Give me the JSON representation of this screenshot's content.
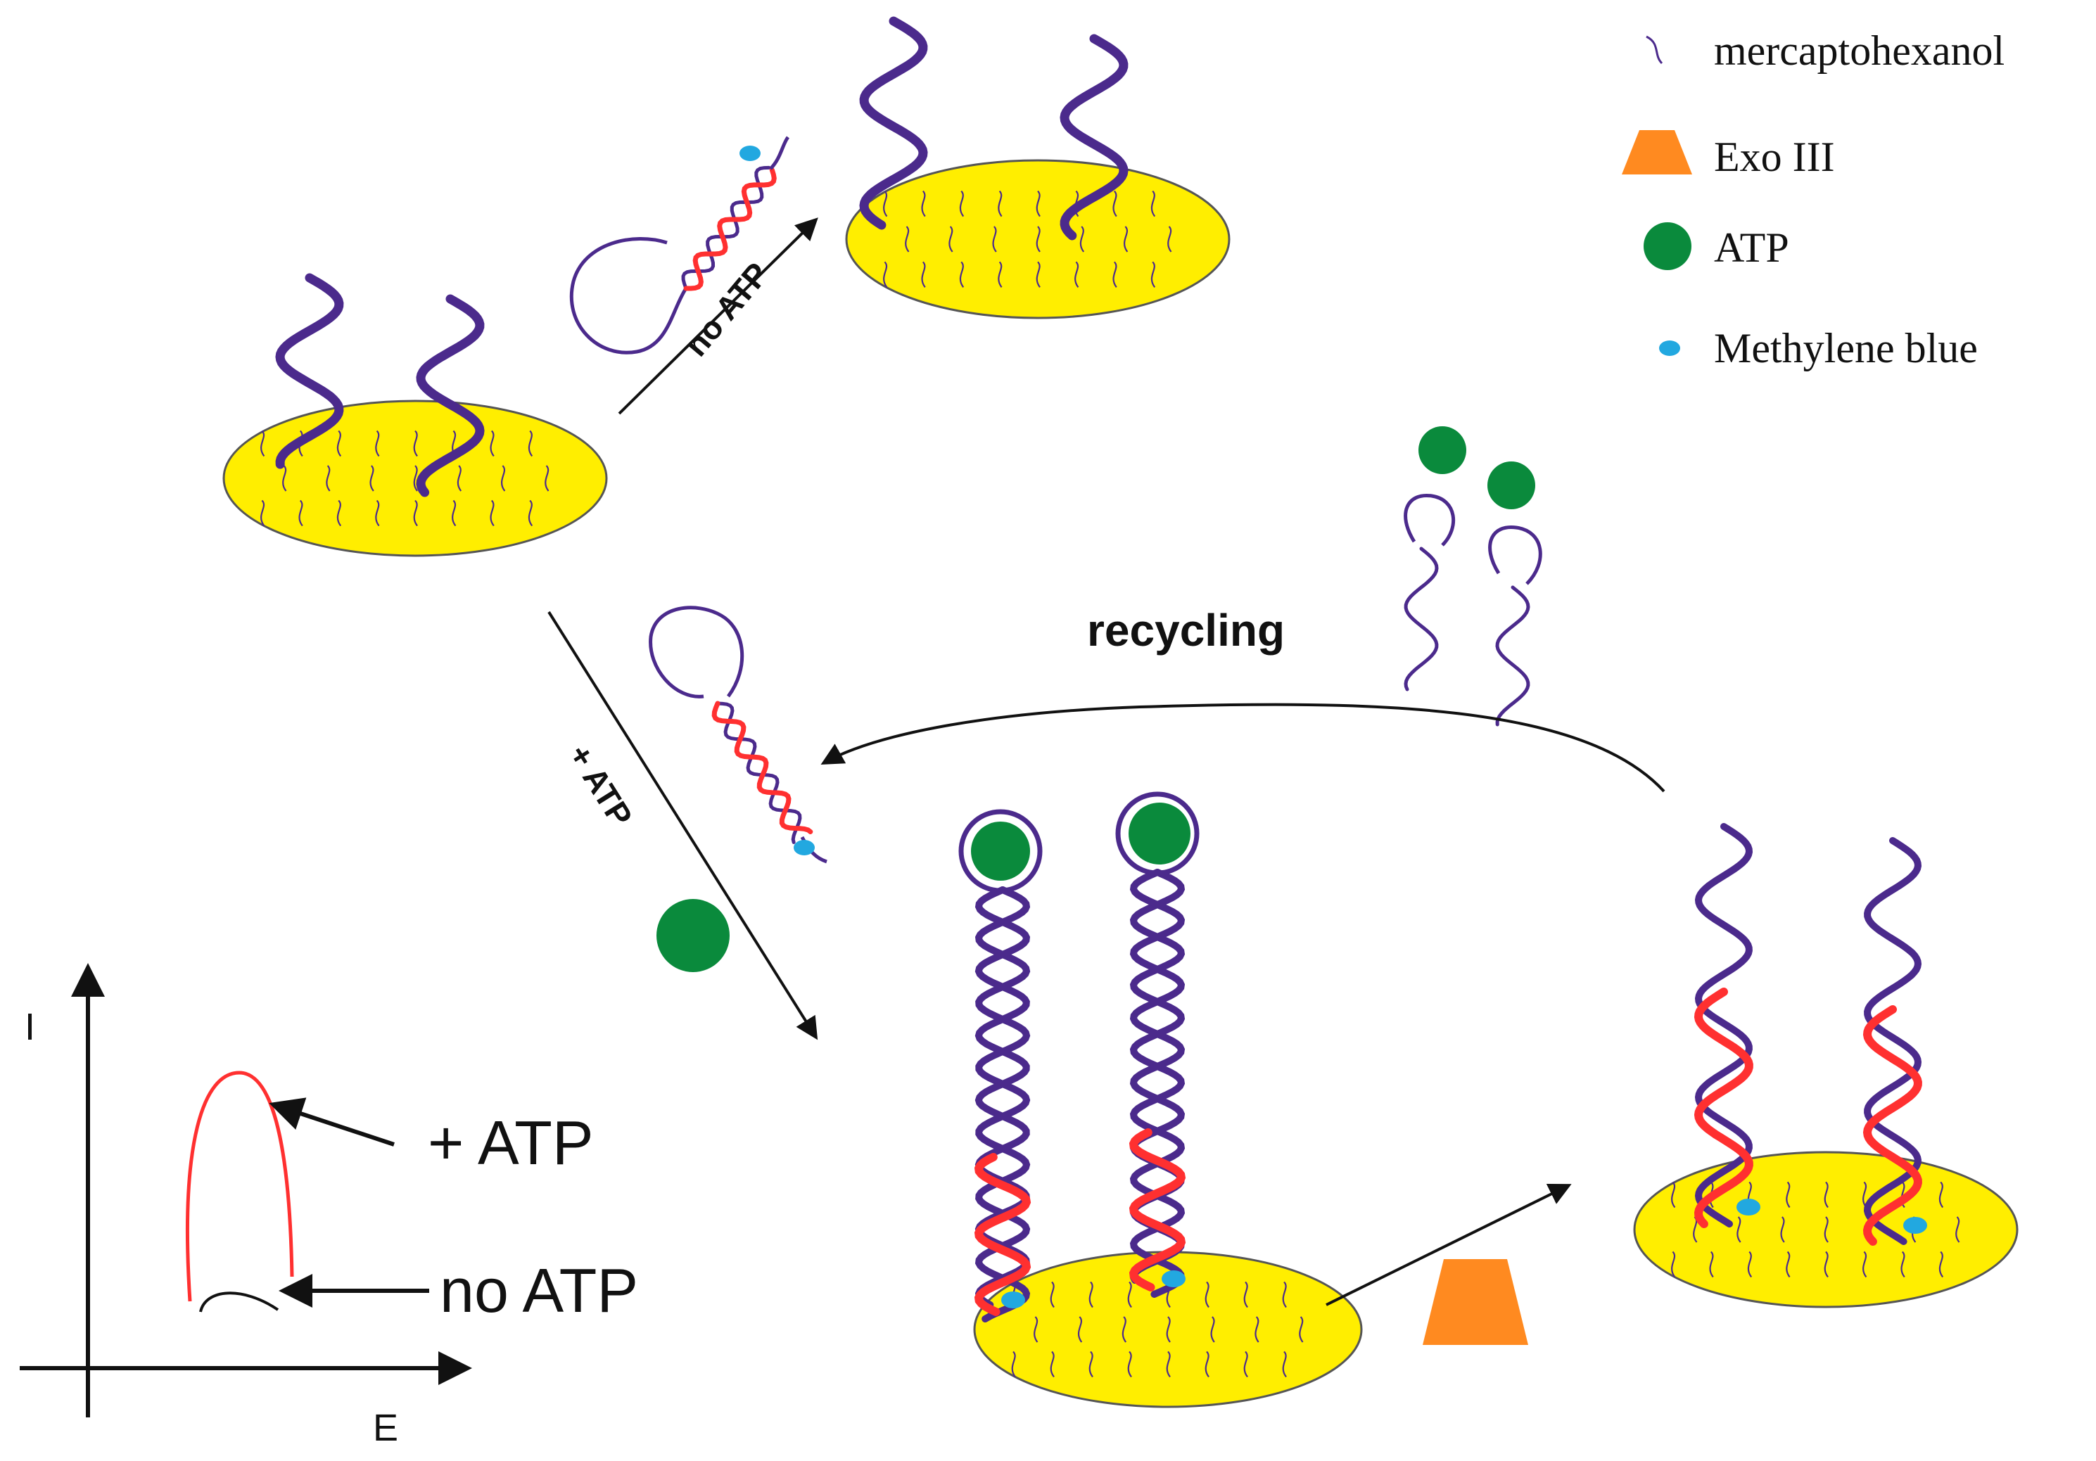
{
  "legend": {
    "mch": "mercaptohexanol",
    "exo": "Exo III",
    "atp": "ATP",
    "mb": "Methylene blue"
  },
  "arrows": {
    "no_atp": "no ATP",
    "plus_atp": "+ ATP",
    "recycling": "recycling"
  },
  "graph": {
    "y_axis": "I",
    "x_axis": "E",
    "plus_atp": "+ ATP",
    "no_atp": "no ATP"
  },
  "colors": {
    "gold": "#ffee00",
    "strand": "#4b2a8c",
    "complement": "#ff3030",
    "atp": "#0a8a3c",
    "exo": "#ff8a20",
    "mb": "#22a8e0"
  }
}
